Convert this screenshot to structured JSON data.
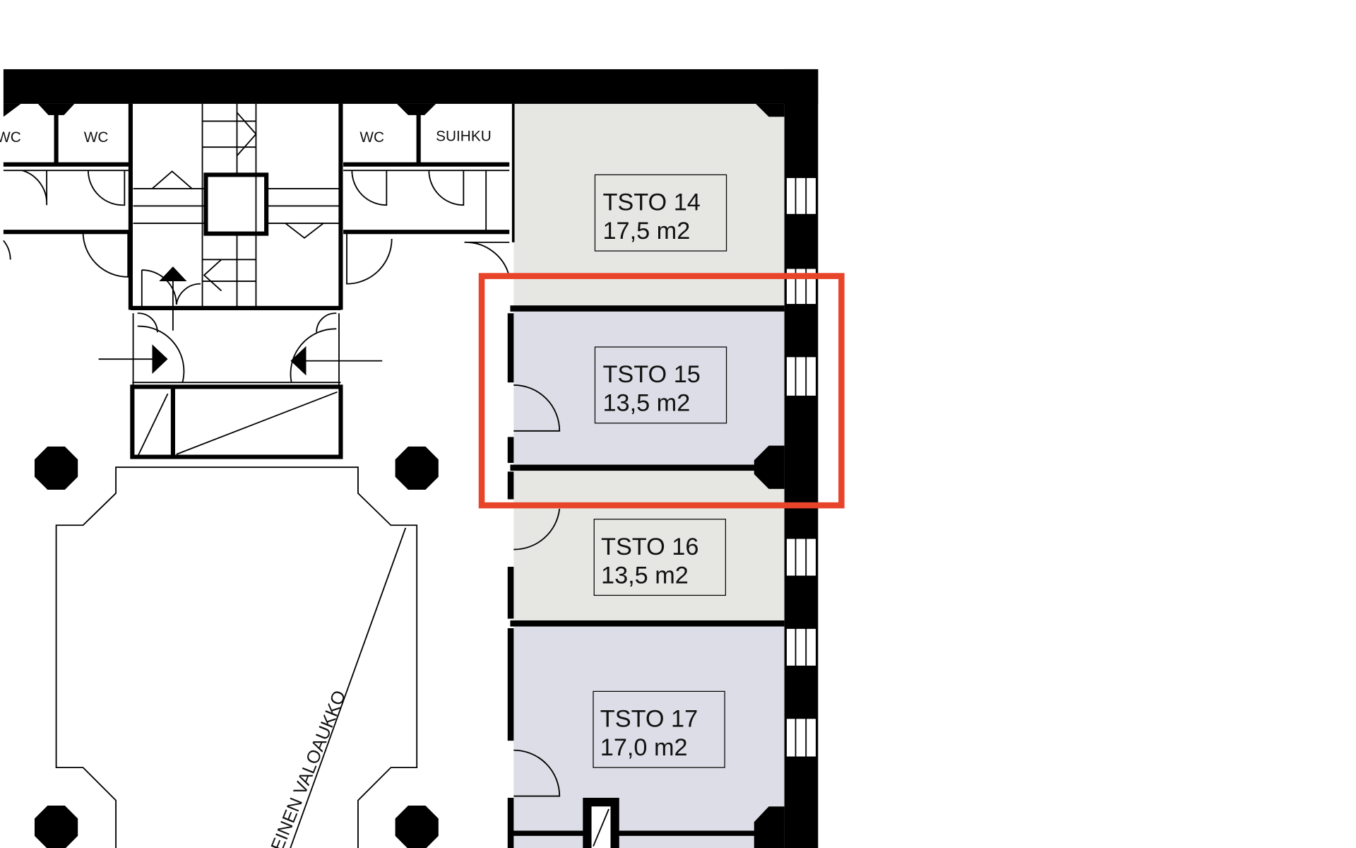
{
  "floorplan": {
    "rooms": [
      {
        "name": "TSTO 14",
        "area": "17,5 m2",
        "fill": "#e6e7e3"
      },
      {
        "name": "TSTO 15",
        "area": "13,5 m2",
        "fill": "#dcdde6"
      },
      {
        "name": "TSTO 16",
        "area": "13,5 m2",
        "fill": "#e6e7e3"
      },
      {
        "name": "TSTO 17",
        "area": "17,0 m2",
        "fill": "#dcdde6"
      }
    ],
    "small_rooms": [
      "WC",
      "WC",
      "WC",
      "SUIHKU"
    ],
    "lightwell_label": "EINEN VALOAUKKO",
    "highlight": {
      "room": "TSTO 15",
      "color": "#e8442a"
    }
  }
}
